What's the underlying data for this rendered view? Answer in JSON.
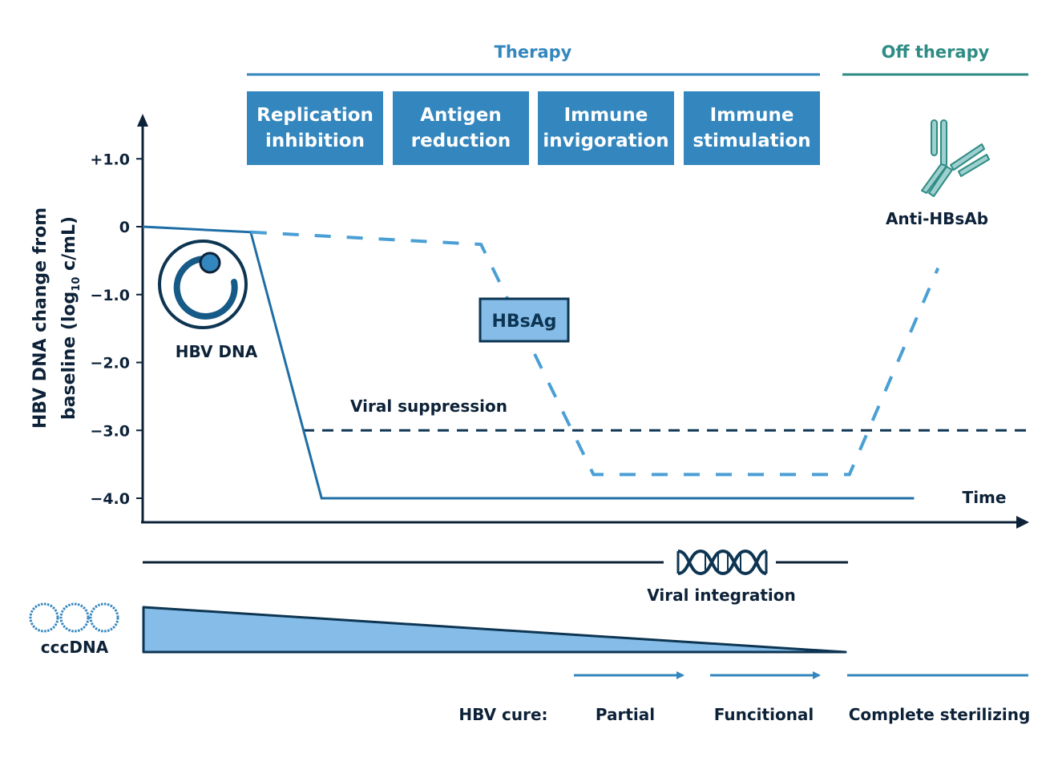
{
  "header": {
    "therapy_label": "Therapy",
    "off_therapy_label": "Off therapy"
  },
  "phases": [
    {
      "line1": "Replication",
      "line2": "inhibition"
    },
    {
      "line1": "Antigen",
      "line2": "reduction"
    },
    {
      "line1": "Immune",
      "line2": "invigoration"
    },
    {
      "line1": "Immune",
      "line2": "stimulation"
    }
  ],
  "icons": {
    "hbv_dna": {
      "name": "hbv-dna-icon",
      "label": "HBV DNA"
    },
    "antibody": {
      "name": "antibody-icon",
      "label": "Anti-HBsAb"
    },
    "integration": {
      "name": "dna-helix-icon",
      "label": "Viral integration"
    },
    "cccdna": {
      "name": "cccdna-icon",
      "label": "cccDNA"
    }
  },
  "colors": {
    "therapy": "#3386be",
    "off_therapy": "#2e8c84",
    "hbv_dna_line": "#1f6ea6",
    "hbsag_line": "#4a9fd5",
    "axis": "#0d2238",
    "hbsag_box_fill": "#86bce8",
    "cccdna_fill": "#86bce8",
    "antibody": "#9fd0d0"
  },
  "chart_data": {
    "type": "line",
    "title": "",
    "ylabel_line1": "HBV DNA change  from",
    "ylabel_line2_pre": "baseline (log",
    "ylabel_sub": "10",
    "ylabel_line2_post": " c/mL)",
    "xlabel": "Time",
    "ylim": [
      -4.35,
      1.65
    ],
    "xlim": [
      0,
      100
    ],
    "yticks": [
      {
        "value": 1,
        "label": "+1.0"
      },
      {
        "value": 0,
        "label": "0"
      },
      {
        "value": -1,
        "label": "−1.0"
      },
      {
        "value": -2,
        "label": "−2.0"
      },
      {
        "value": -3,
        "label": "−3.0"
      },
      {
        "value": -4,
        "label": "−4.0"
      }
    ],
    "series": [
      {
        "name": "HBV DNA",
        "style": "solid",
        "points": [
          [
            0,
            0
          ],
          [
            12.2,
            -0.08
          ],
          [
            20.2,
            -4.0
          ],
          [
            87.1,
            -4.0
          ]
        ]
      },
      {
        "name": "HBsAg",
        "style": "dashed",
        "points": [
          [
            12.2,
            -0.08
          ],
          [
            38.2,
            -0.26
          ],
          [
            50.9,
            -3.65
          ],
          [
            79.8,
            -3.65
          ],
          [
            89.8,
            -0.61
          ]
        ]
      }
    ],
    "reference_lines": [
      {
        "name": "Viral suppression",
        "y": -3.0,
        "x_start": 18.1,
        "x_end": 100,
        "style": "dashed"
      }
    ],
    "annotations": [
      {
        "text": "HBsAg",
        "boxed": true
      }
    ]
  },
  "cure": {
    "label": "HBV cure:",
    "stages": [
      "Partial",
      "Funcitional",
      "Complete sterilizing"
    ]
  }
}
